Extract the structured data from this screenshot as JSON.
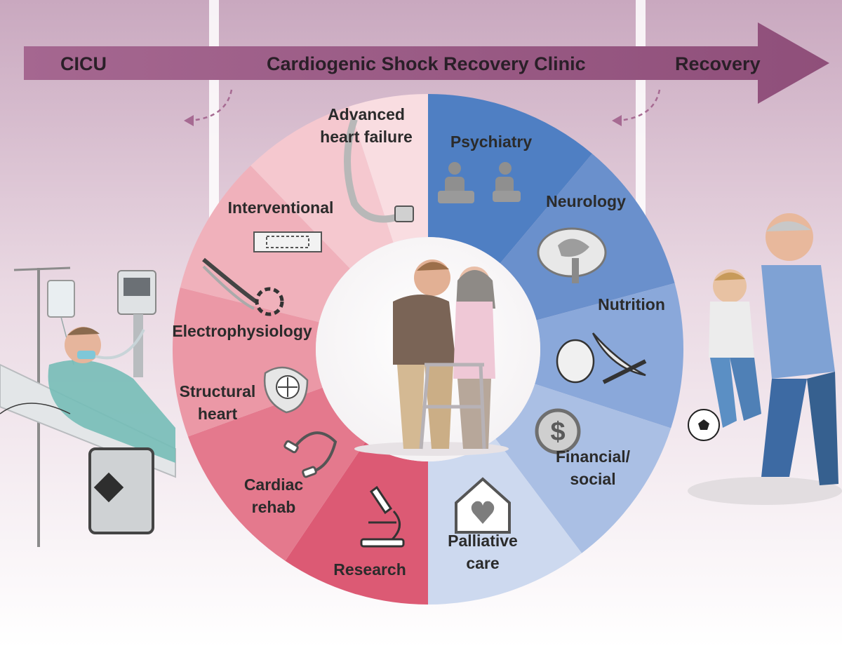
{
  "timeline": {
    "phases": [
      "CICU",
      "Cardiogenic Shock Recovery Clinic",
      "Recovery"
    ]
  },
  "wheel": {
    "segments": [
      {
        "key": "psychiatry",
        "lines": [
          "Psychiatry"
        ],
        "color": "#4f7fc3",
        "icon": "two-people-chairs-icon"
      },
      {
        "key": "neurology",
        "lines": [
          "Neurology"
        ],
        "color": "#6a90cc",
        "icon": "brain-icon"
      },
      {
        "key": "nutrition",
        "lines": [
          "Nutrition"
        ],
        "color": "#8aa8da",
        "icon": "fruit-vegetables-icon"
      },
      {
        "key": "financial-social",
        "lines": [
          "Financial/",
          "social"
        ],
        "color": "#aabfe4",
        "icon": "dollar-coin-icon"
      },
      {
        "key": "palliative-care",
        "lines": [
          "Palliative",
          "care"
        ],
        "color": "#cdd9ef",
        "icon": "house-heart-icon"
      },
      {
        "key": "research",
        "lines": [
          "Research"
        ],
        "color": "#dc5a74",
        "icon": "microscope-icon"
      },
      {
        "key": "cardiac-rehab",
        "lines": [
          "Cardiac",
          "rehab"
        ],
        "color": "#e4798d",
        "icon": "resistance-band-icon"
      },
      {
        "key": "structural-heart",
        "lines": [
          "Structural",
          "heart"
        ],
        "color": "#eb98a6",
        "icon": "heart-valve-icon"
      },
      {
        "key": "electrophysiology",
        "lines": [
          "Electrophysiology"
        ],
        "color": "#f0b1bb",
        "icon": "ablation-catheter-icon"
      },
      {
        "key": "interventional",
        "lines": [
          "Interventional"
        ],
        "color": "#f5c8cf",
        "icon": "stent-icon"
      },
      {
        "key": "advanced-heart-failure",
        "lines": [
          "Advanced",
          "heart failure"
        ],
        "color": "#f9dde1",
        "icon": "lvad-icon"
      }
    ]
  },
  "colors": {
    "arrow": "#9a5c84",
    "background_top": "#cfb1c6",
    "background_bottom": "#ffffff"
  }
}
